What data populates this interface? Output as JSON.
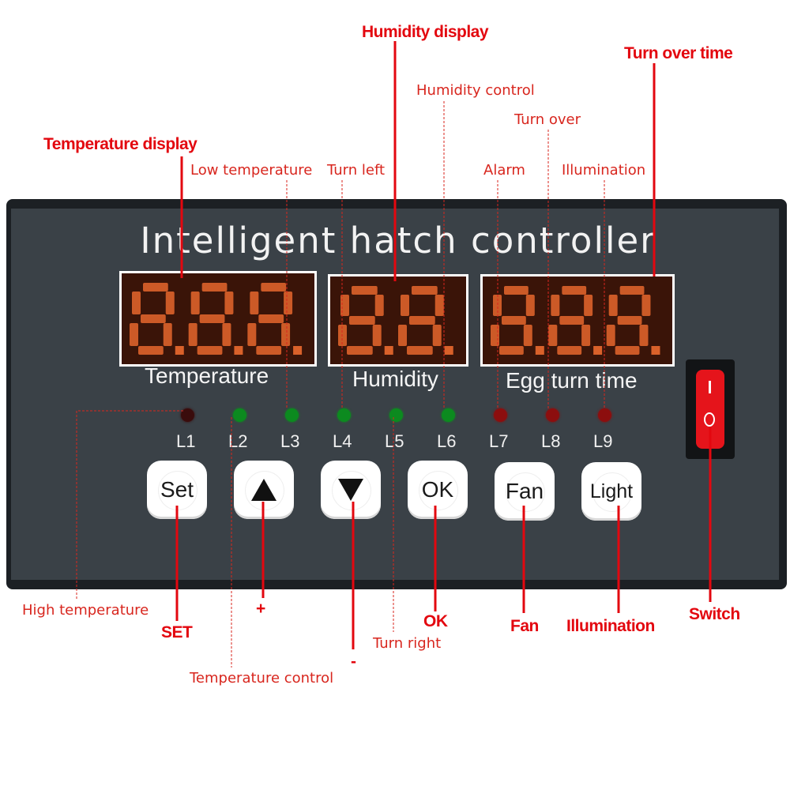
{
  "device": {
    "title": "Intelligent hatch controller",
    "displays": {
      "temperature": {
        "label": "Temperature",
        "digits": 3
      },
      "humidity": {
        "label": "Humidity",
        "digits": 2
      },
      "egg_turn": {
        "label": "Egg turn time",
        "digits": 3
      }
    },
    "leds": [
      {
        "label": "L1",
        "color": "#3a0c0c"
      },
      {
        "label": "L2",
        "color": "#0c8a1f"
      },
      {
        "label": "L3",
        "color": "#0c8a1f"
      },
      {
        "label": "L4",
        "color": "#0c8a1f"
      },
      {
        "label": "L5",
        "color": "#0c8a1f"
      },
      {
        "label": "L6",
        "color": "#0c8a1f"
      },
      {
        "label": "L7",
        "color": "#8c0e0e"
      },
      {
        "label": "L8",
        "color": "#8c0e0e"
      },
      {
        "label": "L9",
        "color": "#8c0e0e"
      }
    ],
    "buttons": {
      "set": "Set",
      "up_icon": "up-triangle-icon",
      "down_icon": "down-triangle-icon",
      "ok": "OK",
      "fan": "Fan",
      "light": "Light"
    },
    "switch": {
      "on_mark": "I",
      "off_mark": "O"
    },
    "segment_color": "#d9612a",
    "segment_bg": "#3a1408"
  },
  "annotations": {
    "temperature_display": "Temperature display",
    "humidity_display": "Humidity display",
    "turn_over_time": "Turn over time",
    "humidity_control": "Humidity control",
    "turn_over": "Turn over",
    "low_temperature": "Low temperature",
    "turn_left": "Turn left",
    "alarm": "Alarm",
    "illumination_top": "Illumination",
    "high_temperature": "High temperature",
    "set": "SET",
    "plus": "+",
    "minus": "-",
    "turn_right": "Turn right",
    "temperature_control": "Temperature control",
    "ok": "OK",
    "fan": "Fan",
    "illumination_bottom": "Illumination",
    "switch": "Switch"
  },
  "colors": {
    "annotation_red": "#e3070f",
    "annotation_thin": "#d8261e",
    "panel": "#3a4147"
  }
}
